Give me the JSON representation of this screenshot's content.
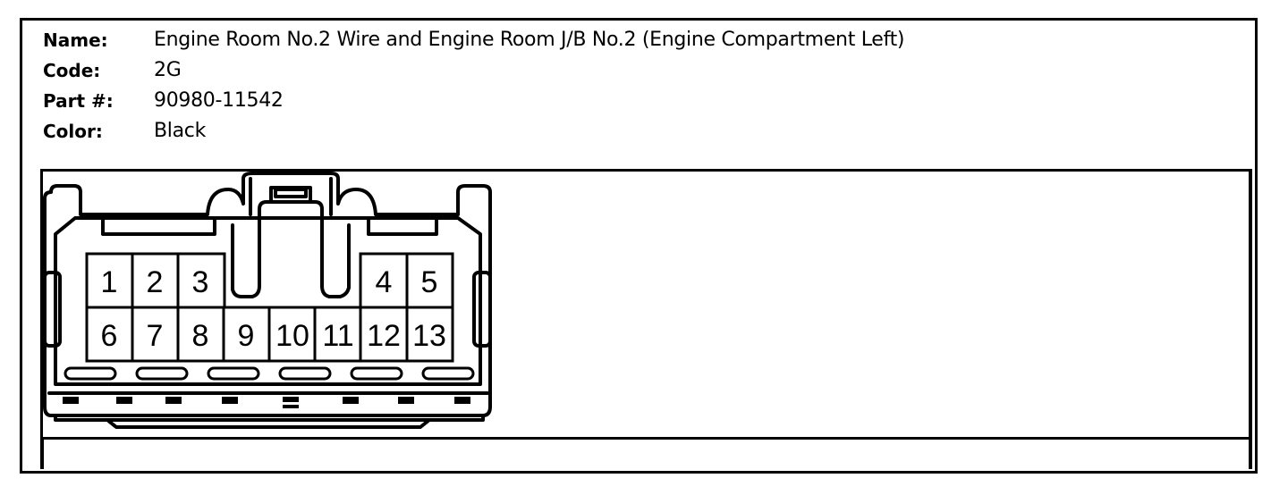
{
  "info": {
    "name_label": "Name:",
    "name_value": "Engine Room No.2 Wire and Engine Room J/B No.2 (Engine Compartment Left)",
    "code_label": "Code:",
    "code_value": "2G",
    "part_label": "Part #:",
    "part_value": "90980-11542",
    "color_label": "Color:",
    "color_value": "Black"
  },
  "connector": {
    "pins_top": [
      "1",
      "2",
      "3",
      "4",
      "5"
    ],
    "pins_bottom": [
      "6",
      "7",
      "8",
      "9",
      "10",
      "11",
      "12",
      "13"
    ]
  }
}
